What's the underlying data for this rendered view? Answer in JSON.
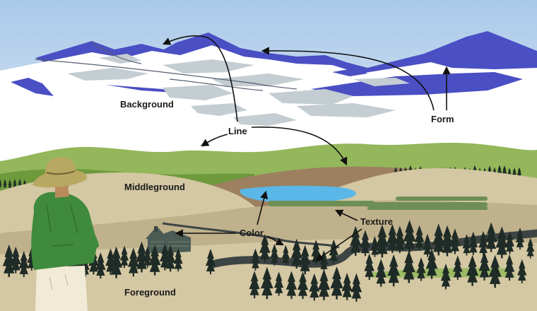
{
  "labels": {
    "background": "Background",
    "line": "Line",
    "form": "Form",
    "middleground": "Middleground",
    "color": "Color",
    "texture": "Texture",
    "foreground": "Foreground"
  },
  "colors": {
    "sky_top": "#a9c8e8",
    "sky_bottom": "#dbe8f5",
    "mountain_blue": "#4a4fc4",
    "snow": "#ffffff",
    "rock_grey": "#c4cdd2",
    "green_hills": "#93b75a",
    "green_dark": "#6f9a3c",
    "brown_hill": "#9c8060",
    "tan_ground": "#d4c7a3",
    "tan_dark": "#bfb18c",
    "lake": "#5ab7e8",
    "river": "#3d4544",
    "reeds": "#6d8f55",
    "tree": "#1f2b26",
    "cabin": "#4b5c55",
    "shirt": "#3f8a3c",
    "hat": "#b9a862",
    "skin": "#b98a5a",
    "pants": "#f0ead6",
    "arrow": "#111111"
  }
}
